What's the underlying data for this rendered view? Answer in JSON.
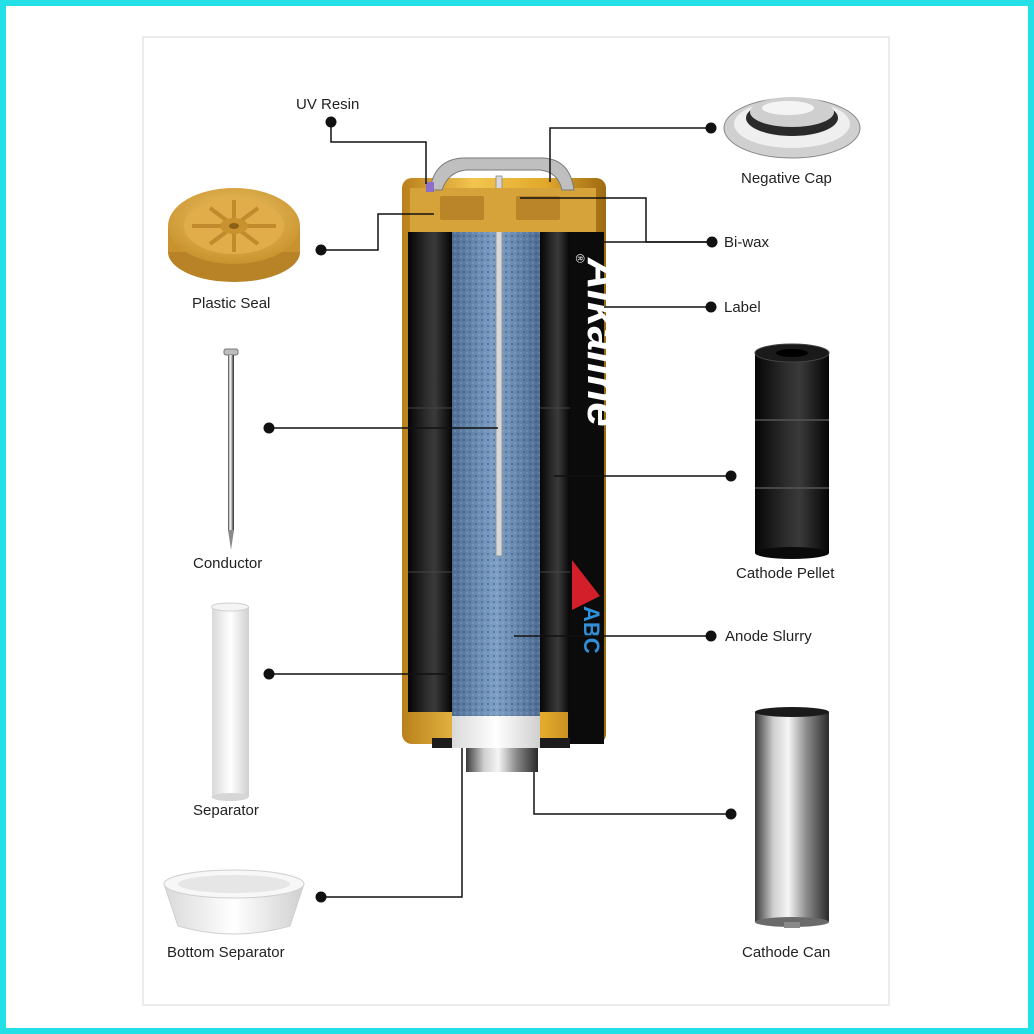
{
  "labels": {
    "uv_resin": "UV Resin",
    "negative_cap": "Negative Cap",
    "plastic_seal": "Plastic Seal",
    "bi_wax": "Bi-wax",
    "label": "Label",
    "conductor": "Conductor",
    "cathode_pellet": "Cathode Pellet",
    "anode_slurry": "Anode Slurry",
    "separator": "Separator",
    "bottom_separator": "Bottom Separator",
    "cathode_can": "Cathode Can"
  },
  "battery": {
    "brand": "Alkaline",
    "logo": "ABC",
    "registered": "®"
  },
  "colors": {
    "frame": "#22e0e6",
    "gold": "#e0a92a",
    "anode": "#6b8fb8",
    "cathode": "#151515",
    "leader": "#111111"
  }
}
